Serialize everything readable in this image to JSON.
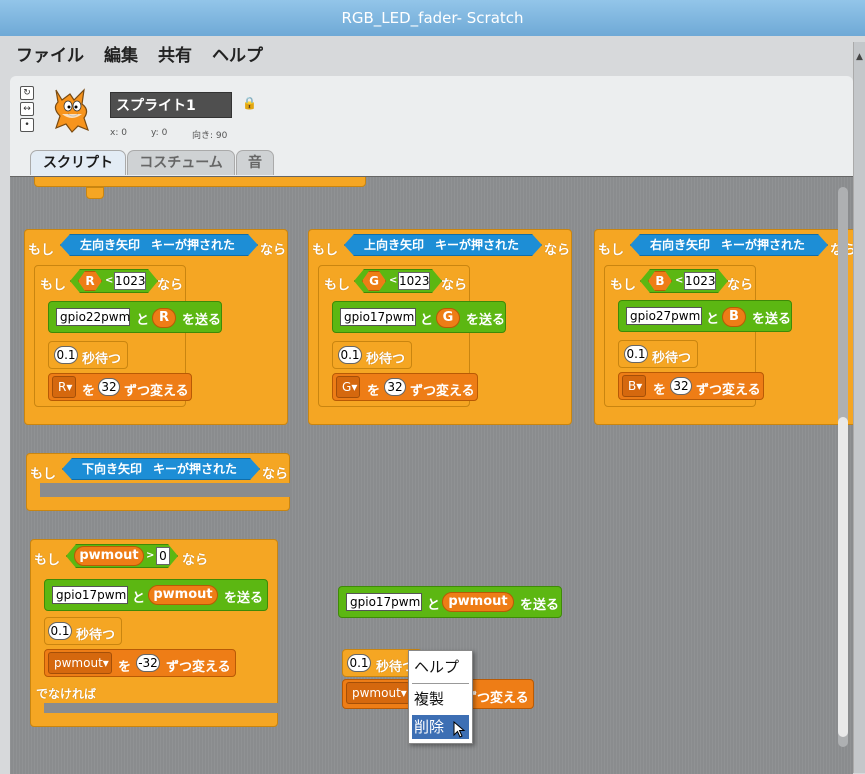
{
  "window": {
    "title": "RGB_LED_fader- Scratch"
  },
  "menu": [
    "ファイル",
    "編集",
    "共有",
    "ヘルプ"
  ],
  "sprite": {
    "name": "スプライト1",
    "x_label": "x: 0",
    "y_label": "y: 0",
    "dir_label": "向き: 90"
  },
  "tabs": [
    "スクリプト",
    "コスチューム",
    "音"
  ],
  "blocks": {
    "if": "もし",
    "then": "なら",
    "else": "でなければ",
    "key_pressed": "キーが押された",
    "send": "を送る",
    "to": "と",
    "wait": "秒待つ",
    "change_by": "ずつ変える",
    "wo": "を",
    "keys": {
      "left": "左向き矢印",
      "up": "上向き矢印",
      "right": "右向き矢印",
      "down": "下向き矢印"
    },
    "vars": {
      "r": "R",
      "g": "G",
      "b": "B",
      "pwm": "pwmout"
    },
    "pins": {
      "p22": "gpio22pwm",
      "p17": "gpio17pwm",
      "p27": "gpio27pwm"
    },
    "nums": {
      "max": "1023",
      "wait": "0.1",
      "step": "32",
      "neg_step": "-32",
      "zero": "0"
    },
    "ops": {
      "lt": "<",
      "gt": ">"
    }
  },
  "context_menu": {
    "items": [
      "ヘルプ",
      "複製",
      "削除"
    ],
    "highlighted": "削除"
  },
  "colors": {
    "control": "#f5a623",
    "sensing": "#1d8ed6",
    "operators": "#5cb712",
    "data": "#ee7d16"
  }
}
